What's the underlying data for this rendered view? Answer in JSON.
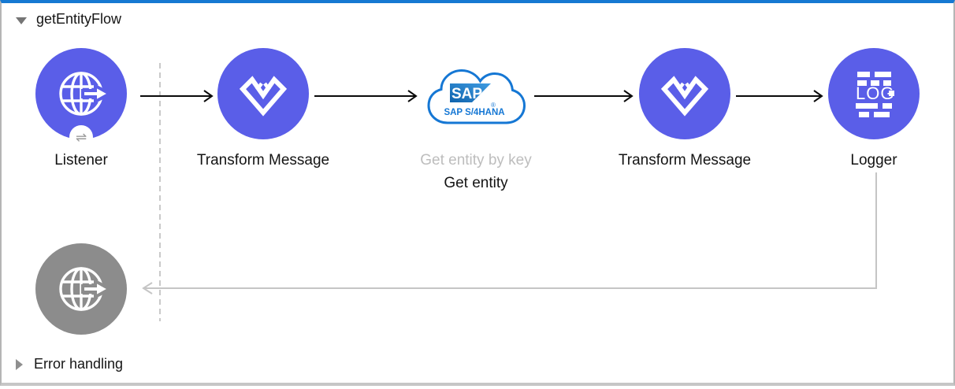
{
  "flow": {
    "title": "getEntityFlow",
    "error_section_label": "Error handling"
  },
  "nodes": {
    "listener": {
      "label": "Listener"
    },
    "transform1": {
      "label": "Transform Message"
    },
    "sap_get_entity": {
      "operation": "Get entity by key",
      "label": "Get entity",
      "logo_text": "SAP",
      "registered_mark": "®",
      "product_text": "SAP S/4HANA"
    },
    "transform2": {
      "label": "Transform Message"
    },
    "logger": {
      "label": "Logger",
      "icon_text": "LOG"
    },
    "response_listener": {
      "label": ""
    }
  },
  "icons": {
    "listener_badge": "⇌"
  },
  "colors": {
    "node_accent": "#5a5ee8",
    "disabled_node": "#8c8c8c",
    "selection_bar": "#1679d2",
    "sap_blue": "#1577d4",
    "connector_black": "#0a0a0a",
    "connector_gray": "#c5c5c5"
  }
}
